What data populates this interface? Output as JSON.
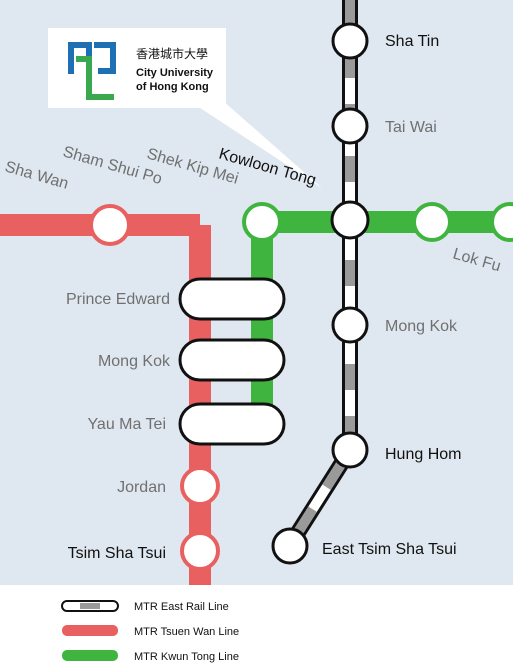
{
  "logo": {
    "chinese": "香港城市大學",
    "english_line1": "City University",
    "english_line2": "of Hong Kong"
  },
  "colors": {
    "background": "#dfe8f0",
    "east_rail": "#ffffff",
    "east_rail_dash": "#9a9a9a",
    "tsuen_wan": "#e8605f",
    "kwun_tong": "#3fb43f"
  },
  "stations": {
    "sha_tin": "Sha Tin",
    "tai_wai": "Tai Wai",
    "kowloon_tong": "Kowloon Tong",
    "lok_fu": "Lok Fu",
    "mong_kok_east": "Mong Kok",
    "hung_hom": "Hung Hom",
    "east_tsim_sha_tsui": "East Tsim Sha Tsui",
    "sha_wan": "Sha Wan",
    "sham_shui_po": "Sham Shui Po",
    "shek_kip_mei": "Shek Kip Mei",
    "prince_edward": "Prince Edward",
    "mong_kok": "Mong Kok",
    "yau_ma_tei": "Yau Ma Tei",
    "jordan": "Jordan",
    "tsim_sha_tsui": "Tsim Sha Tsui"
  },
  "legend": {
    "east_rail": "MTR East Rail Line",
    "tsuen_wan": "MTR Tsuen Wan Line",
    "kwun_tong": "MTR Kwun Tong Line"
  }
}
